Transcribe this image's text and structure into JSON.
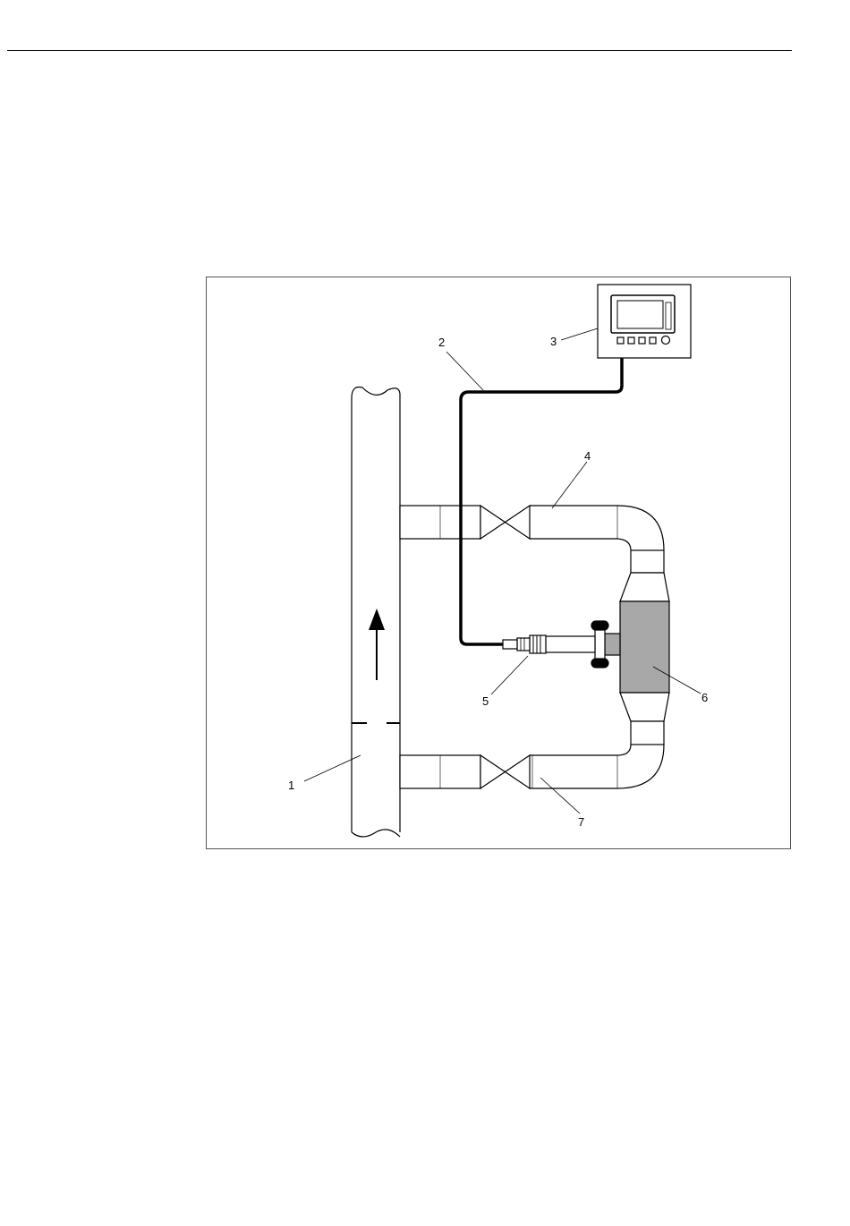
{
  "callouts": [
    {
      "id": "1",
      "text": "1"
    },
    {
      "id": "2",
      "text": "2"
    },
    {
      "id": "3",
      "text": "3"
    },
    {
      "id": "4",
      "text": "4"
    },
    {
      "id": "5",
      "text": "5"
    },
    {
      "id": "6",
      "text": "6"
    },
    {
      "id": "7",
      "text": "7"
    }
  ],
  "colors": {
    "line": "#000000",
    "sensor_housing": "#a8a8a8",
    "background": "#ffffff"
  },
  "icons": [
    "flow-direction-arrow-icon",
    "valve-icon",
    "transmitter-icon"
  ]
}
